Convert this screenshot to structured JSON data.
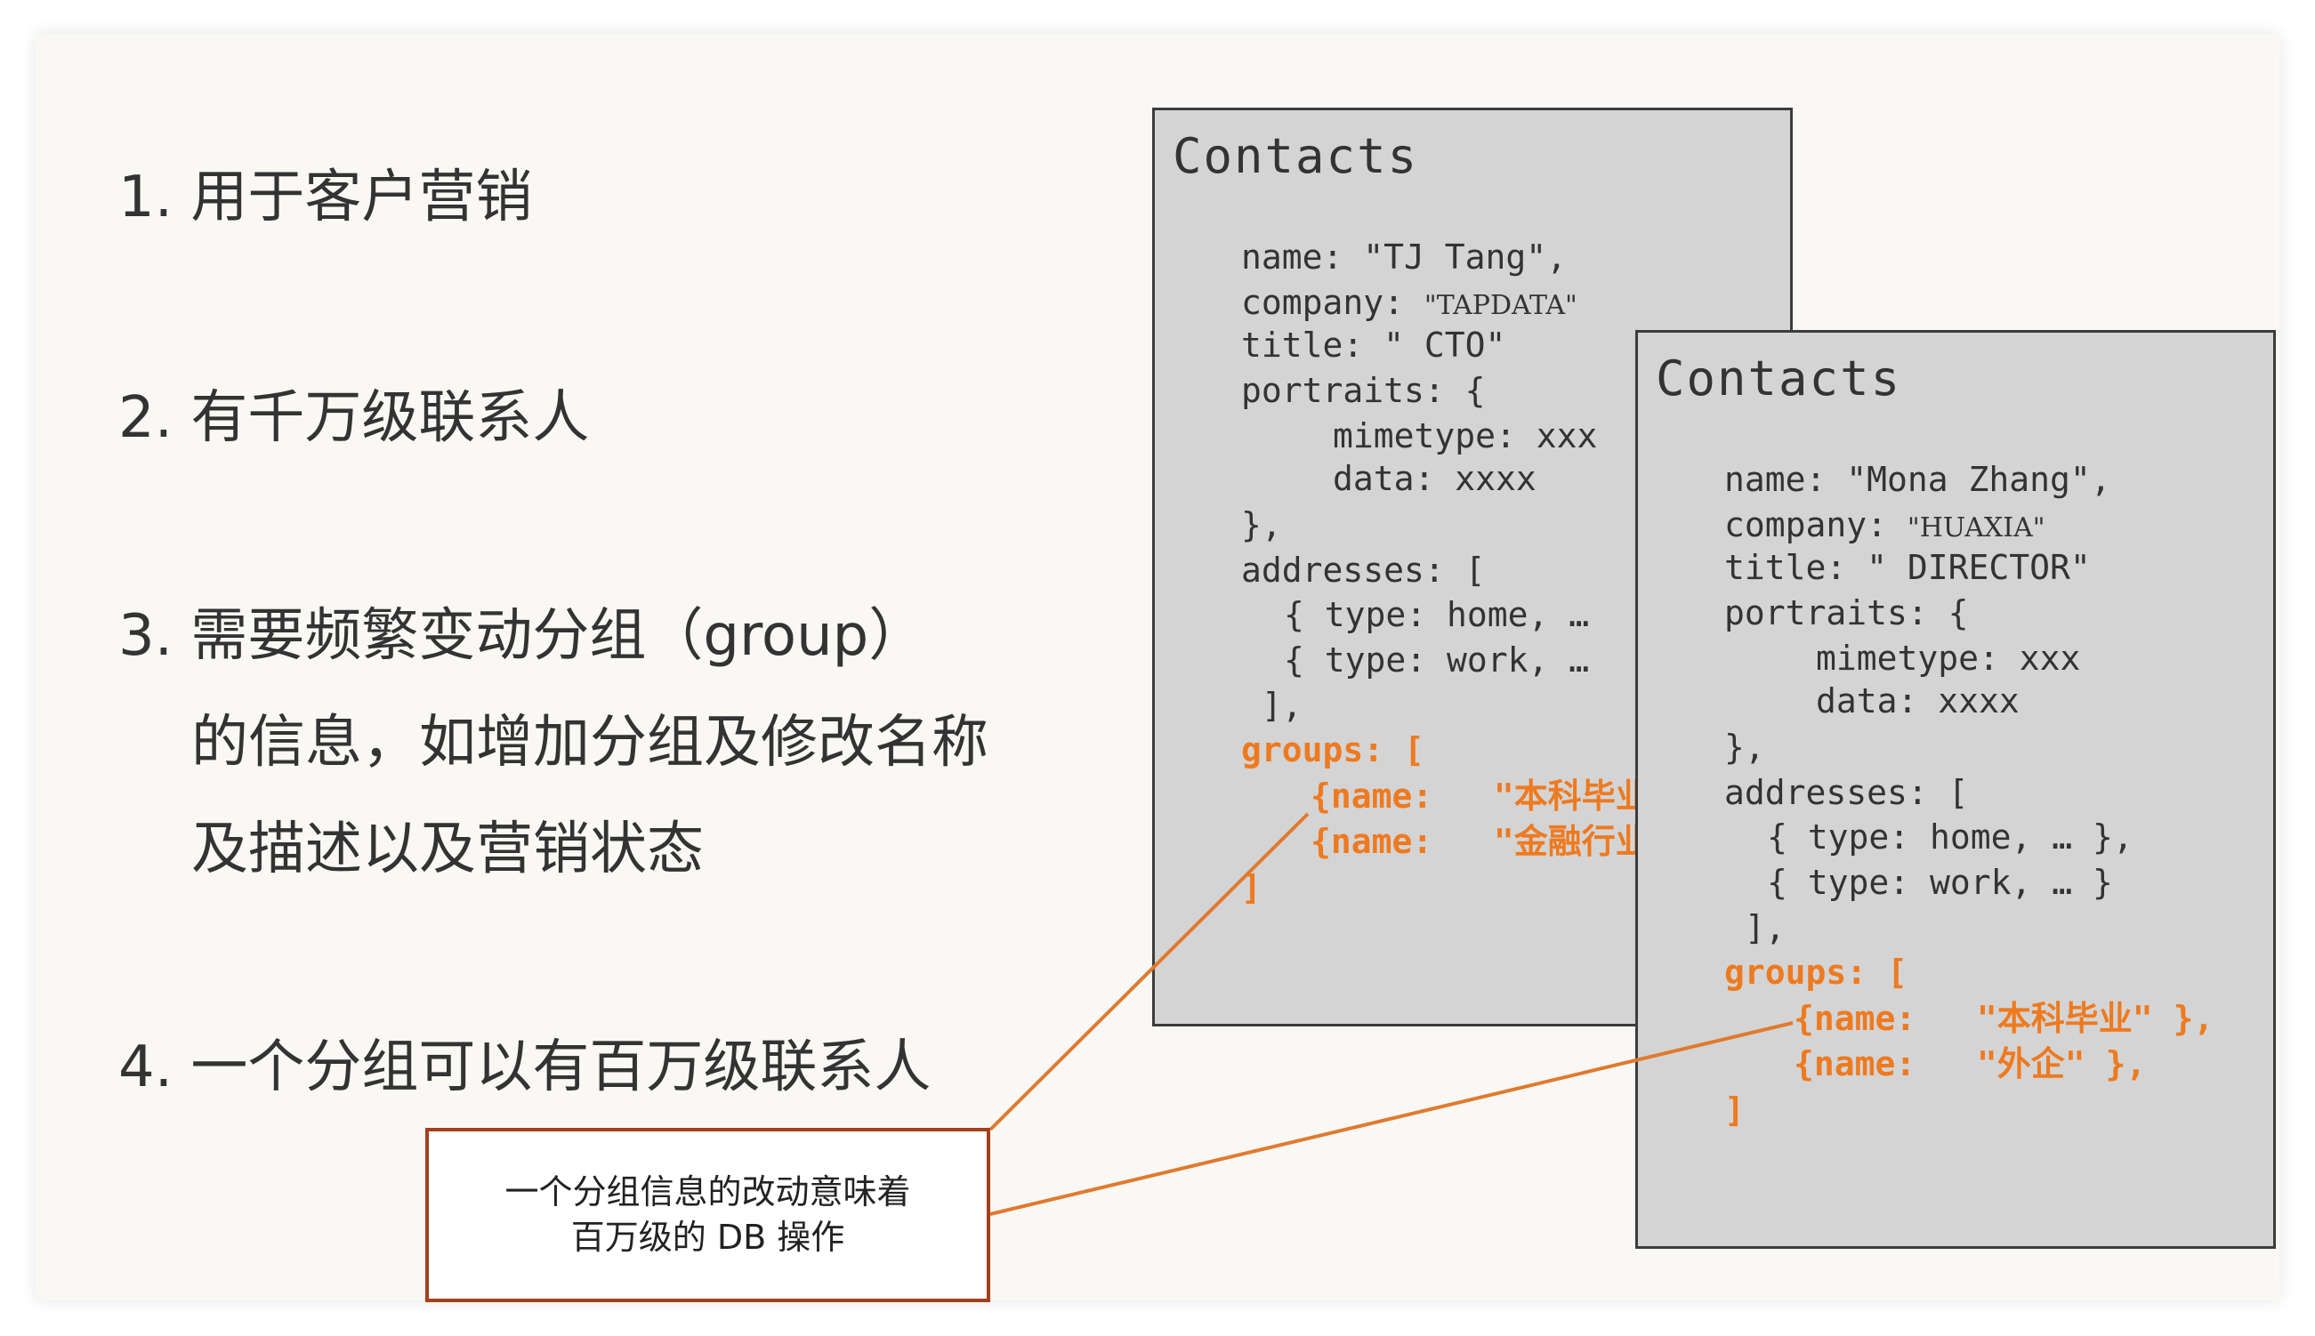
{
  "points": {
    "p1": "1. 用于客户营销",
    "p2": "2. 有千万级联系人",
    "p3": "3. 需要频繁变动分组（group）",
    "p3_line2": "的信息，如增加分组及修改名称",
    "p3_line3": "及描述以及营销状态",
    "p4": "4. 一个分组可以有百万级联系人"
  },
  "card1": {
    "title": "Contacts",
    "name": "name: \"TJ Tang\",",
    "company_key": "company:",
    "company_val": "\"TAPDATA\"",
    "title_field": "title: \" CTO\"",
    "portraits": "portraits: {",
    "mimetype": "mimetype: xxx",
    "data": "data: xxxx",
    "close_obj": "},",
    "addresses": "addresses: [",
    "addr_home": "{ type: home, …",
    "addr_work": "{ type: work, …",
    "close_arr": "],",
    "groups": "groups: [",
    "group1_key": "{name:",
    "group1_val": "\"本科毕业",
    "group2_key": "{name:",
    "group2_val": "\"金融行业",
    "close_groups": "]"
  },
  "card2": {
    "title": "Contacts",
    "name": "name: \"Mona Zhang\",",
    "company_key": "company:",
    "company_val": "\"HUAXIA\"",
    "title_field": "title: \" DIRECTOR\"",
    "portraits": "portraits: {",
    "mimetype": "mimetype: xxx",
    "data": "data: xxxx",
    "close_obj": "},",
    "addresses": "addresses: [",
    "addr_home": "{ type: home, … },",
    "addr_work": "{ type: work, … }",
    "close_arr": "],",
    "groups": "groups: [",
    "group1_key": "{name:",
    "group1_val": "\"本科毕业\" },",
    "group2_key": "{name:",
    "group2_val": "\"外企\" },",
    "close_groups": "]"
  },
  "callout": {
    "line1": "一个分组信息的改动意味着",
    "line2": "百万级的 DB 操作"
  },
  "colors": {
    "highlight": "#ee7a20",
    "callout_border": "#a3401c",
    "connector": "#e07a2e",
    "card_bg": "#d4d4d4"
  }
}
